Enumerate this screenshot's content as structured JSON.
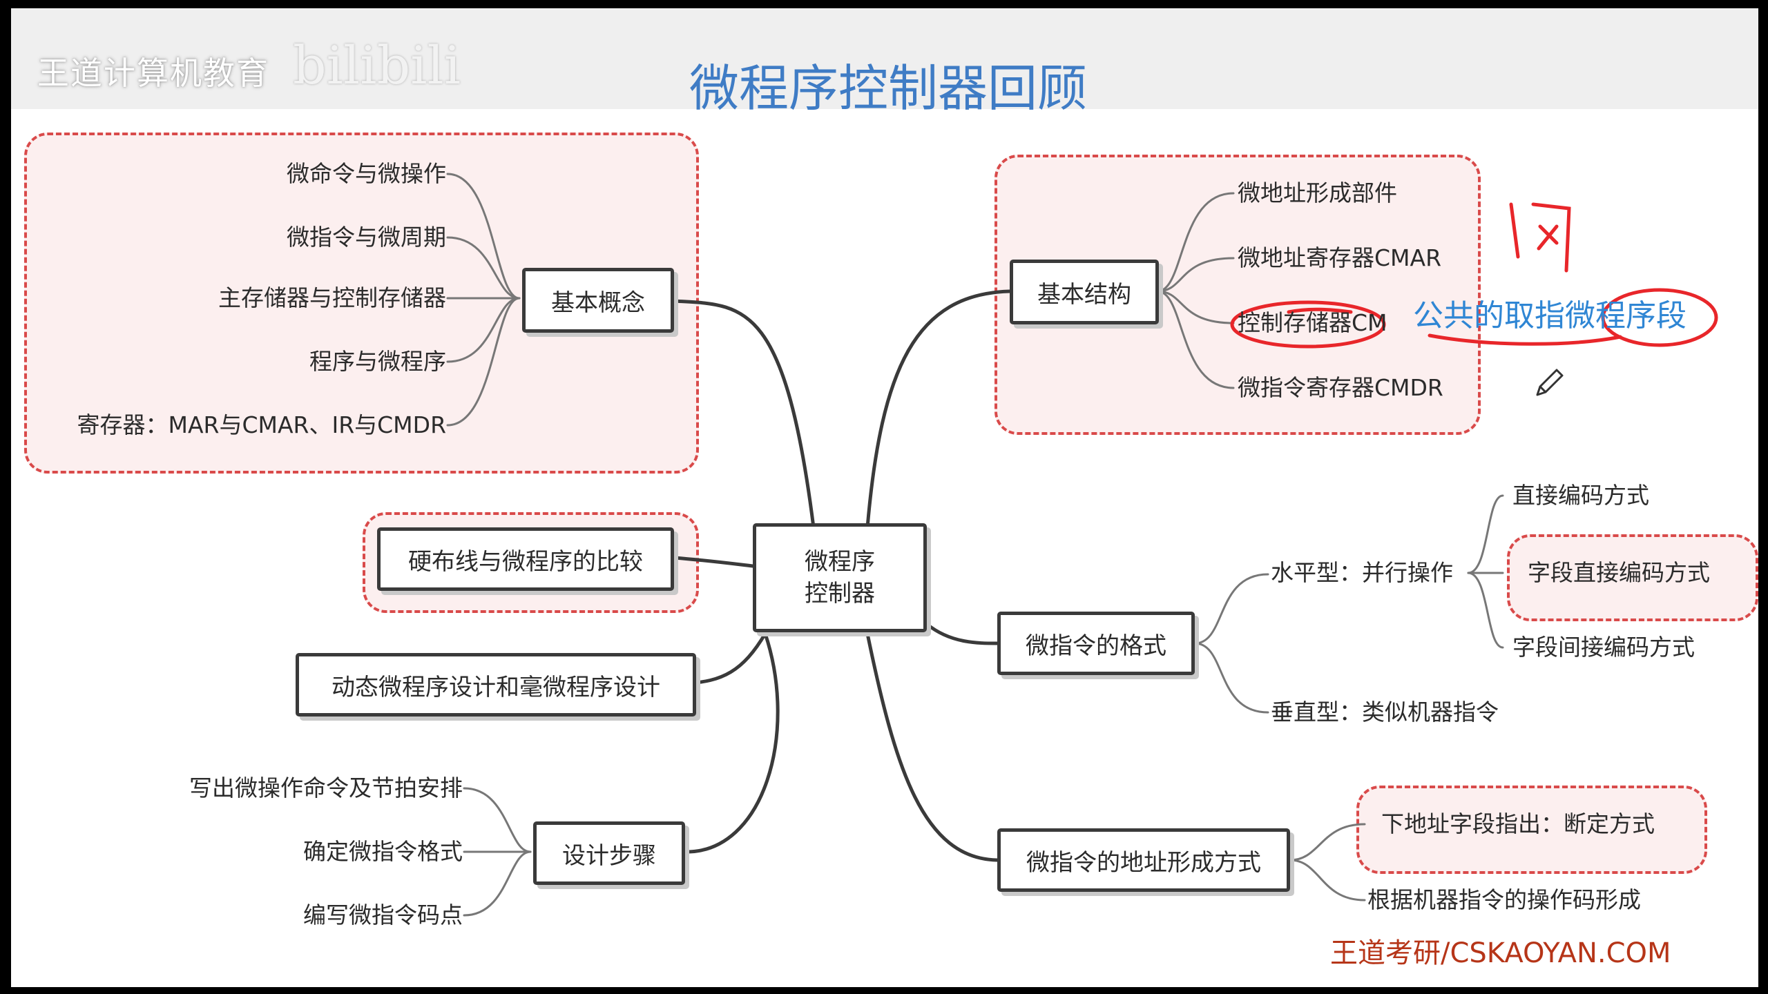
{
  "watermark": {
    "text": "王道计算机教育",
    "logo": "bilibili"
  },
  "title": "微程序控制器回顾",
  "center_node": {
    "line1": "微程序",
    "line2": "控制器"
  },
  "branches": {
    "basic_concepts": {
      "label": "基本概念",
      "items": [
        "微命令与微操作",
        "微指令与微周期",
        "主存储器与控制存储器",
        "程序与微程序",
        "寄存器：MAR与CMAR、IR与CMDR"
      ]
    },
    "comparison": {
      "label": "硬布线与微程序的比较"
    },
    "dynamic": {
      "label": "动态微程序设计和毫微程序设计"
    },
    "design_steps": {
      "label": "设计步骤",
      "items": [
        "写出微操作命令及节拍安排",
        "确定微指令格式",
        "编写微指令码点"
      ]
    },
    "basic_structure": {
      "label": "基本结构",
      "items": [
        "微地址形成部件",
        "微地址寄存器CMAR",
        "控制存储器CM",
        "微指令寄存器CMDR"
      ]
    },
    "format": {
      "label": "微指令的格式",
      "horizontal": "水平型：并行操作",
      "horizontal_items": [
        "直接编码方式",
        "字段直接编码方式",
        "字段间接编码方式"
      ],
      "vertical": "垂直型：类似机器指令"
    },
    "address": {
      "label": "微指令的地址形成方式",
      "items": [
        "下地址字段指出：断定方式",
        "根据机器指令的操作码形成"
      ]
    }
  },
  "annotation": {
    "note": "公共的取指微程序段",
    "handwriting": "问",
    "pen": "pencil-cursor-icon"
  },
  "footer": "王道考研/CSKAOYAN.COM",
  "colors": {
    "title": "#3f7cc5",
    "dashed_region": "#d94a4a",
    "region_fill": "#fcefef",
    "ink": "#e8262a",
    "note": "#2f86d4",
    "footer": "#b63518",
    "node_border": "#3a3a3a"
  }
}
